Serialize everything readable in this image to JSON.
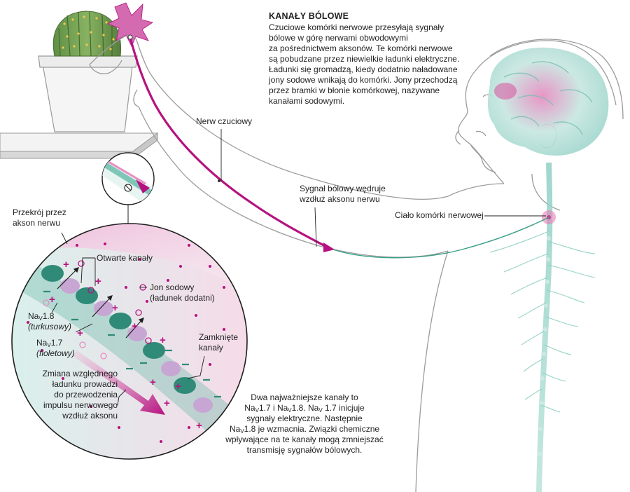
{
  "header": {
    "title": "KANAŁY BÓLOWE",
    "paragraph": [
      "Czuciowe komórki nerwowe przesyłają sygnały",
      "bólowe w górę nerwami obwodowymi",
      "za pośrednictwem aksonów. Te komórki nerwowe",
      "są pobudzane przez niewielkie ładunki elektryczne.",
      "Ładunki się gromadzą, kiedy dodatnio naładowane",
      "jony sodowe wnikają do komórki. Jony przechodzą",
      "przez bramki w błonie komórkowej, nazywane",
      "kanałami sodowymi."
    ]
  },
  "labels": {
    "sensory_nerve": "Nerw czuciowy",
    "pain_signal": [
      "Sygnał bólowy wędruje",
      "wzdłuż aksonu nerwu"
    ],
    "cell_body": "Ciało komórki nerwowej",
    "cross_section": [
      "Przekrój przez",
      "akson nerwu"
    ],
    "open_channels": "Otwarte kanały",
    "sodium_ion": [
      "Jon sodowy",
      "(ładunek dodatni)"
    ],
    "nav18_prefix": "Na",
    "nav18_sub": "V",
    "nav18_suffix": "1.8",
    "nav18_color": "(turkusowy)",
    "nav17_prefix": "Na",
    "nav17_sub": "V",
    "nav17_suffix": "1.7",
    "nav17_color": "(fioletowy)",
    "closed_channels": [
      "Zamknięte",
      "kanały"
    ],
    "charge_change": [
      "Zmiana względnego",
      "ładunku prowadzi",
      "do przewodzenia",
      "impulsu nerwowego",
      "wzdłuż aksonu"
    ]
  },
  "bottom_note": {
    "line1": "Dwa najważniejsze kanały to",
    "line2_a": "Na",
    "line2_b": "1.7 i Na",
    "line2_c": "1.8. Na",
    "line2_d": " 1.7 inicjuje",
    "sub": "V",
    "line3": "sygnały elektryczne. Następnie",
    "line4_a": "Na",
    "line4_b": "1.8 je wzmacnia. Związki chemiczne",
    "line5": "wpływające na te kanały mogą zmniejszać",
    "line6": "transmisję sygnałów bólowych."
  },
  "colors": {
    "magenta": "#b5127f",
    "pink": "#e98cc3",
    "teal": "#2f8a78",
    "teal_light": "#9fd8cf",
    "violet": "#c7a6d3",
    "skin_outline": "#9a9a9a",
    "nerve": "#3a9f88"
  },
  "icons": [
    "cactus-pot-icon",
    "pain-burst-icon",
    "brain-icon",
    "spine-icon",
    "shelf-icon",
    "magnifier-icon"
  ]
}
